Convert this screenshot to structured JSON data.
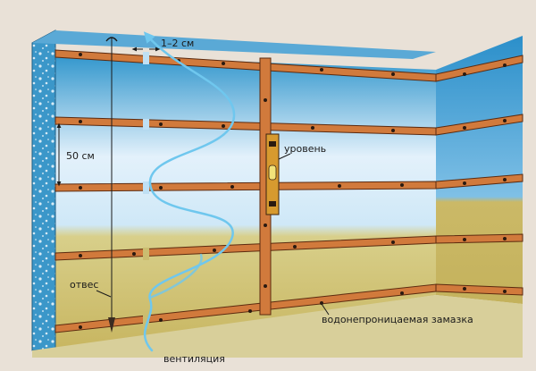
{
  "labels": {
    "gap": "1–2 см",
    "spacing": "50 см",
    "level": "уровень",
    "plumb": "отвес",
    "waterproof": "водонепроницаемая замазка",
    "ventilation": "вентиляция"
  },
  "colors": {
    "frame": "#e9e1d7",
    "wall_top": "#2f95cc",
    "wall_light": "#e3f1fb",
    "wall_bottom": "#c8b661",
    "wall_side": "#2b8fca",
    "batten": "#d17a3c",
    "batten_edge": "#5b2a0f",
    "screw": "#2a1a10",
    "airflow": "#6fc7ee",
    "ink": "#1a1a1a"
  }
}
